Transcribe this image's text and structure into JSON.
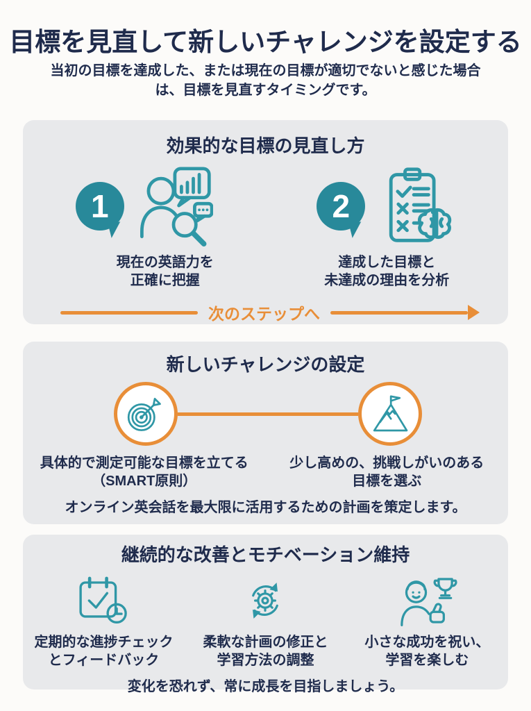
{
  "colors": {
    "navy": "#1f2b4c",
    "teal": "#28899a",
    "teal_icon": "#2f97a6",
    "orange": "#e88e38",
    "card_bg": "#e8e9eb",
    "page_bg": "#fcfbf9"
  },
  "header": {
    "title": "目標を見直して新しいチャレンジを設定する",
    "subtitle": "当初の目標を達成した、または現在の目標が適切でないと感じた場合は、目標を見直すタイミングです。"
  },
  "section1": {
    "title": "効果的な目標の見直し方",
    "steps": [
      {
        "number": "1",
        "icon": "person-analysis-icon",
        "label": "現在の英語力を\n正確に把握"
      },
      {
        "number": "2",
        "icon": "checklist-brain-icon",
        "label": "達成した目標と\n未達成の理由を分析"
      }
    ],
    "arrow_label": "次のステップへ"
  },
  "section2": {
    "title": "新しいチャレンジの設定",
    "items": [
      {
        "icon": "target-icon",
        "label": "具体的で測定可能な目標を立てる\n（SMART原則）"
      },
      {
        "icon": "mountain-flag-icon",
        "label": "少し高めの、挑戦しがいのある\n目標を選ぶ"
      }
    ],
    "note": "オンライン英会話を最大限に活用するための計画を策定します。"
  },
  "section3": {
    "title": "継続的な改善とモチベーション維持",
    "items": [
      {
        "icon": "calendar-check-clock-icon",
        "label": "定期的な進捗チェック\nとフィードバック"
      },
      {
        "icon": "gear-refresh-icon",
        "label": "柔軟な計画の修正と\n学習方法の調整"
      },
      {
        "icon": "person-trophy-icon",
        "label": "小さな成功を祝い、\n学習を楽しむ"
      }
    ],
    "note": "変化を恐れず、常に成長を目指しましょう。"
  }
}
